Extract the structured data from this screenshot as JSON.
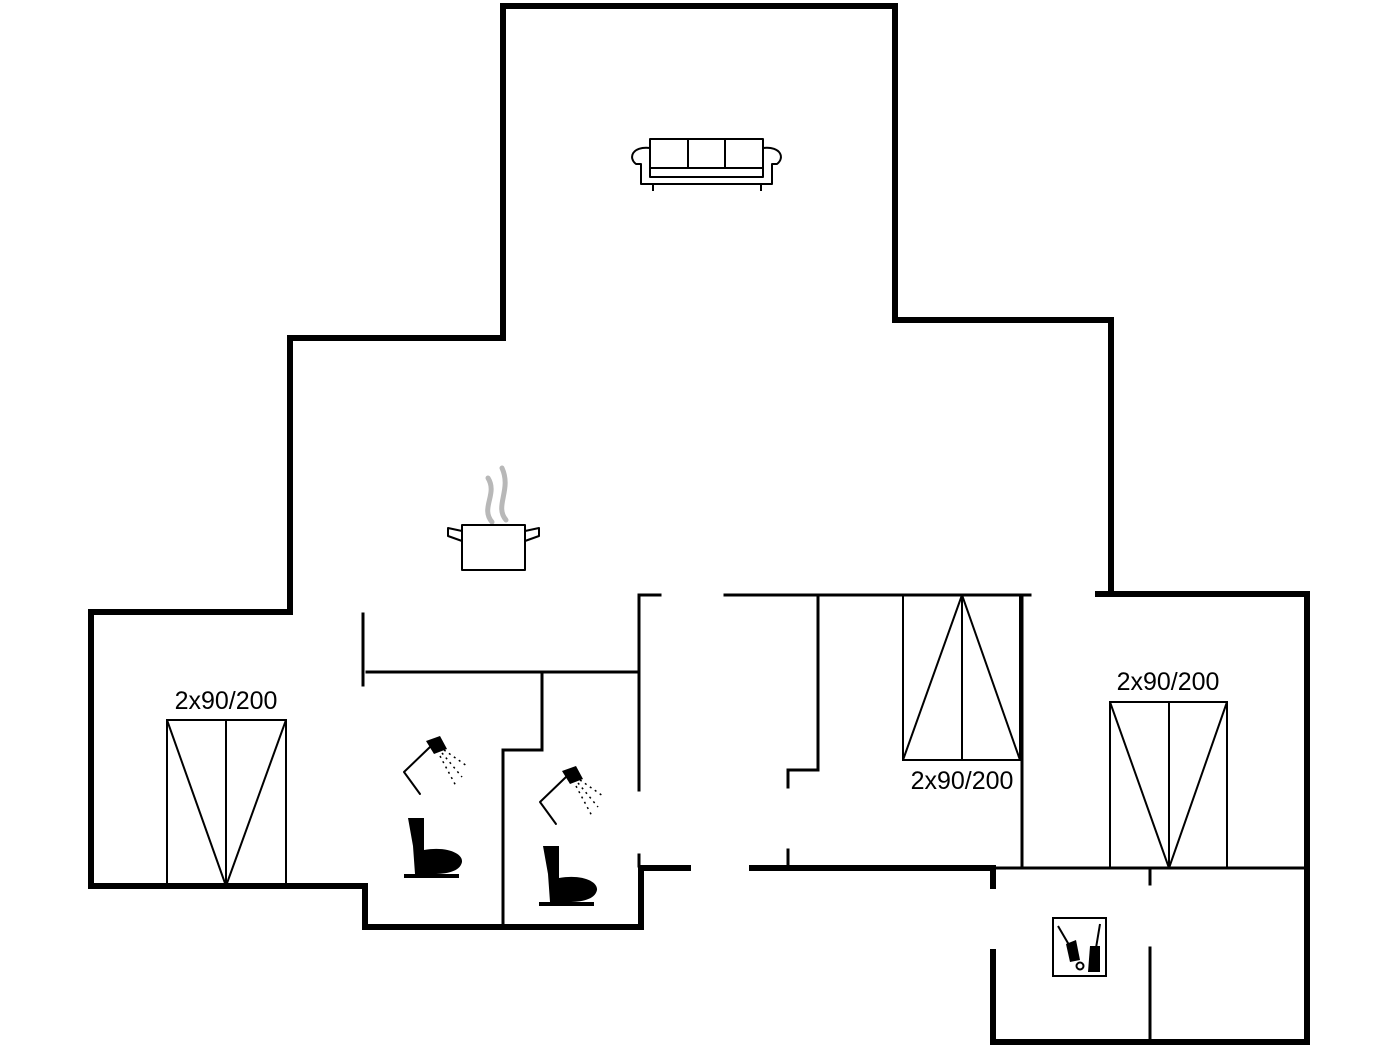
{
  "beds": [
    {
      "id": "bed-west",
      "label": "2x90/200"
    },
    {
      "id": "bed-center",
      "label": "2x90/200"
    },
    {
      "id": "bed-east",
      "label": "2x90/200"
    }
  ],
  "symbols": [
    {
      "id": "living-room",
      "icon": "sofa-icon"
    },
    {
      "id": "kitchen",
      "icon": "cooking-pot-icon"
    },
    {
      "id": "bathroom-1",
      "icons": [
        "shower-icon",
        "toilet-icon"
      ]
    },
    {
      "id": "bathroom-2",
      "icons": [
        "shower-icon",
        "toilet-icon"
      ]
    },
    {
      "id": "utility-room",
      "icon": "vacuum-cleaner-icon"
    }
  ]
}
